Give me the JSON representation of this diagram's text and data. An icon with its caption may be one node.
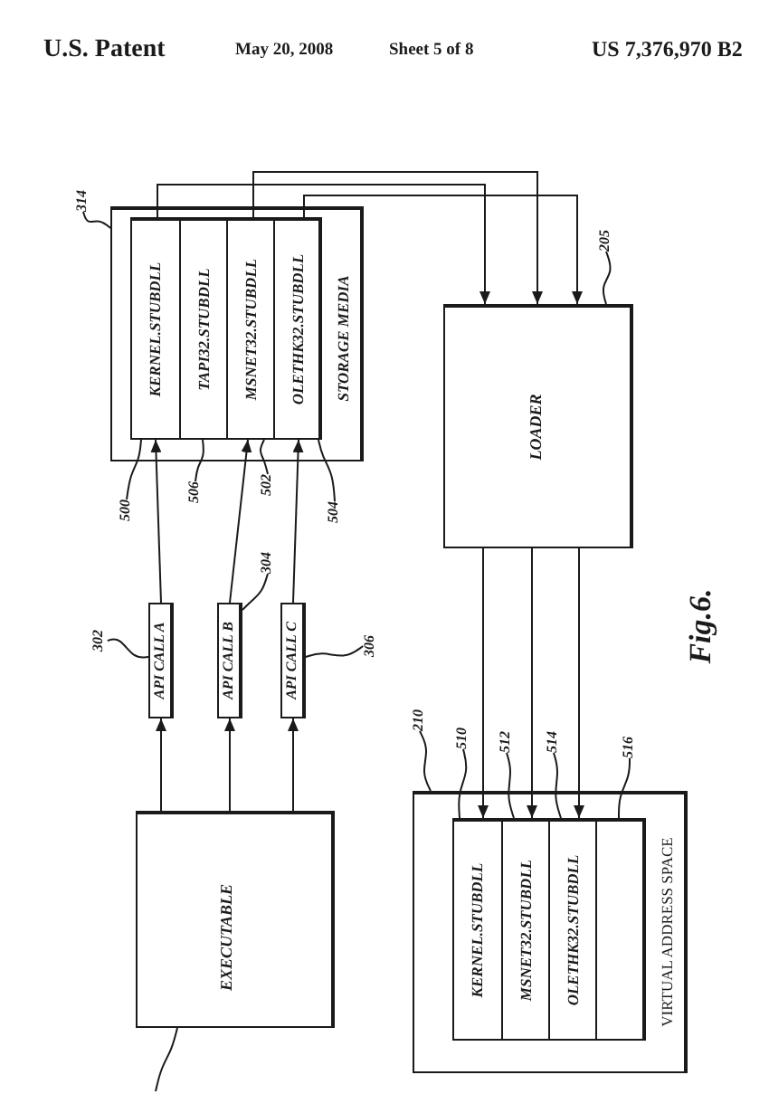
{
  "diagram": {
    "nodes": [
      {
        "text": [
          "STORAGE MEDIA"
        ]
      },
      {
        "text": [
          "KERNEL.STUBDLL"
        ],
        "in": 0
      },
      {
        "text": [
          "TAPI32.STUBDLL"
        ],
        "in": 0
      },
      {
        "text": [
          "MSNET32.STUBDLL"
        ],
        "in": 0
      },
      {
        "text": [
          "OLETHK32.STUBDLL"
        ],
        "in": 0
      },
      {
        "text": [
          "LOADER"
        ]
      },
      {
        "text": [
          "API CALL A"
        ]
      },
      {
        "text": [
          "API CALL B"
        ]
      },
      {
        "text": [
          "API CALL C"
        ]
      },
      {
        "text": [
          "EXECUTABLE"
        ]
      },
      {
        "text": [
          "VIRTUAL ADDRESS SPACE"
        ]
      },
      {
        "text": [
          "KERNEL.STUBDLL"
        ],
        "in": 10
      },
      {
        "text": [
          "MSNET32.STUBDLL"
        ],
        "in": 10
      },
      {
        "text": [
          "OLETHK32.STUBDLL"
        ],
        "in": 10
      },
      {
        "text": [],
        "shape": "box",
        "in": 10
      },
      {
        "text": [
          "314"
        ]
      },
      {
        "text": [
          "205"
        ]
      },
      {
        "text": [
          "500"
        ]
      },
      {
        "text": [
          "506"
        ]
      },
      {
        "text": [
          "502"
        ]
      },
      {
        "text": [
          "504"
        ]
      },
      {
        "text": [
          "304"
        ]
      },
      {
        "text": [
          "302"
        ]
      },
      {
        "text": [
          "306"
        ]
      },
      {
        "text": [
          "210"
        ]
      },
      {
        "text": [
          "510"
        ]
      },
      {
        "text": [
          "512"
        ]
      },
      {
        "text": [
          "514"
        ]
      },
      {
        "text": [
          "516"
        ]
      }
    ],
    "edges": [
      {
        "from": 9,
        "to": 6,
        "arrow": "to"
      },
      {
        "from": 9,
        "to": 7,
        "arrow": "to"
      },
      {
        "from": 9,
        "to": 8,
        "arrow": "to"
      },
      {
        "from": 6,
        "to": 1,
        "arrow": "to"
      },
      {
        "from": 7,
        "to": 3,
        "arrow": "to"
      },
      {
        "from": 8,
        "to": 4,
        "arrow": "to"
      },
      {
        "from": 1,
        "to": 5,
        "arrow": "to"
      },
      {
        "from": 3,
        "to": 5,
        "arrow": "to"
      },
      {
        "from": 4,
        "to": 5,
        "arrow": "to"
      },
      {
        "from": 5,
        "to": 11,
        "arrow": "to"
      },
      {
        "from": 5,
        "to": 12,
        "arrow": "to"
      },
      {
        "from": 5,
        "to": 13,
        "arrow": "to"
      },
      {
        "from": 15,
        "to": 0,
        "arrow": "none"
      },
      {
        "from": 16,
        "to": 5,
        "arrow": "none"
      },
      {
        "from": 17,
        "to": 1,
        "arrow": "none"
      },
      {
        "from": 18,
        "to": 2,
        "arrow": "none"
      },
      {
        "from": 19,
        "to": 3,
        "arrow": "none"
      },
      {
        "from": 20,
        "to": 4,
        "arrow": "none"
      },
      {
        "from": 21,
        "to": 7,
        "arrow": "none"
      },
      {
        "from": 22,
        "to": 6,
        "arrow": "none"
      },
      {
        "from": 23,
        "to": 8,
        "arrow": "none"
      },
      {
        "from": 24,
        "to": 10,
        "arrow": "none"
      },
      {
        "from": 25,
        "to": 11,
        "arrow": "none"
      },
      {
        "from": 26,
        "to": 12,
        "arrow": "none"
      },
      {
        "from": 27,
        "to": 13,
        "arrow": "none"
      },
      {
        "from": 28,
        "to": 14,
        "arrow": "none"
      },
      {
        "from": null,
        "to": 9,
        "arrow": "none"
      }
    ],
    "labels": [
      "U.S. Patent",
      "May 20, 2008",
      "Sheet 5 of 8",
      "US 7,376,970 B2",
      "Fig.6."
    ]
  }
}
